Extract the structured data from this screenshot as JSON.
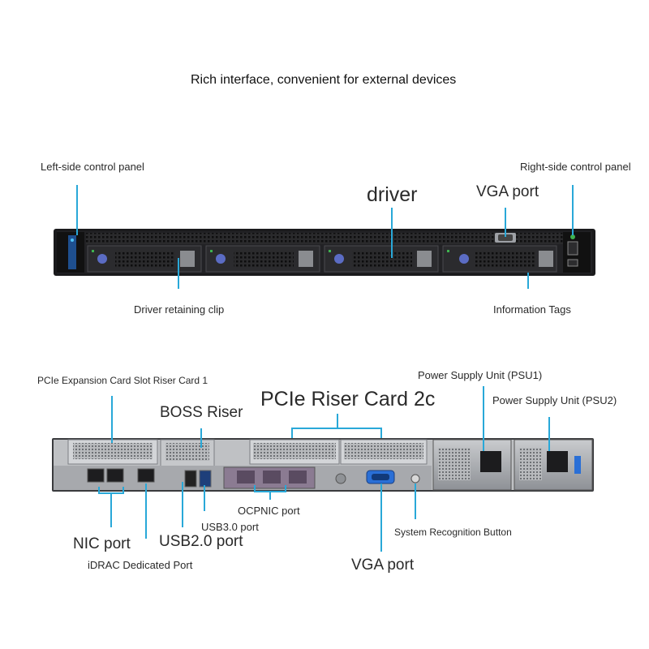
{
  "title": "Rich interface, convenient for external devices",
  "front": {
    "left_panel": "Left-side control panel",
    "right_panel": "Right-side control panel",
    "driver": "driver",
    "vga_port": "VGA port",
    "retaining_clip": "Driver retaining clip",
    "info_tags": "Information Tags"
  },
  "rear": {
    "pcie_slot1": "PCIe Expansion Card Slot Riser Card 1",
    "psu1": "Power Supply Unit (PSU1)",
    "psu2": "Power Supply Unit (PSU2)",
    "riser_2c": "PCIe Riser Card 2c",
    "boss_riser": "BOSS Riser",
    "ocpnic": "OCPNIC port",
    "usb3": "USB3.0 port",
    "nic": "NIC port",
    "usb2": "USB2.0 port",
    "system_button": "System Recognition Button",
    "idrac": "iDRAC Dedicated Port",
    "vga_port": "VGA port"
  },
  "colors": {
    "callout": "#29a8d8",
    "chassis": "#1c1c1e",
    "metal": "#9a9ca0",
    "accent_blue": "#2a6fd6"
  }
}
